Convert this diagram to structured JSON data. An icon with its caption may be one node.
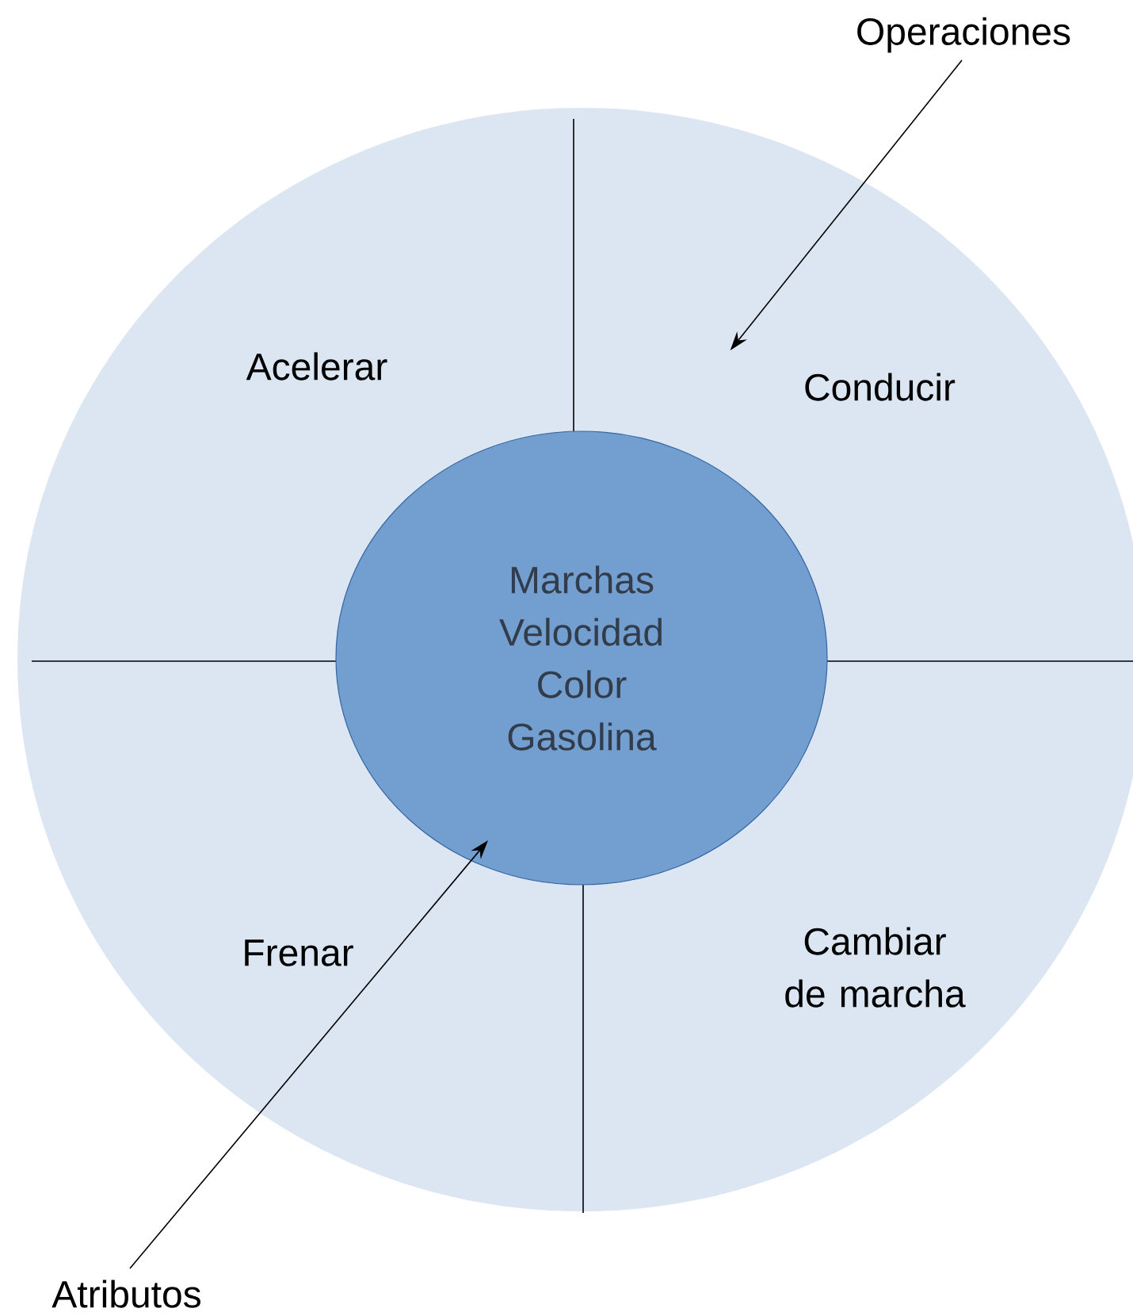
{
  "diagram": {
    "nodes": [
      {
        "text": [],
        "shape": "circle"
      },
      {
        "text": [
          "Acelerar"
        ],
        "in": 0
      },
      {
        "text": [
          "Conducir"
        ],
        "in": 0
      },
      {
        "text": [
          "Frenar"
        ],
        "in": 0
      },
      {
        "text": [
          "Cambiar de marcha"
        ],
        "in": 0
      },
      {
        "text": [
          "Marchas Velocidad Color Gasolina"
        ],
        "in": 0
      },
      {
        "text": [
          "Operaciones"
        ]
      },
      {
        "text": [
          "Atributos"
        ]
      }
    ],
    "edges": [
      {
        "from": 6,
        "to": 2,
        "arrow": "to"
      },
      {
        "from": 7,
        "to": 5,
        "arrow": "to"
      }
    ]
  }
}
